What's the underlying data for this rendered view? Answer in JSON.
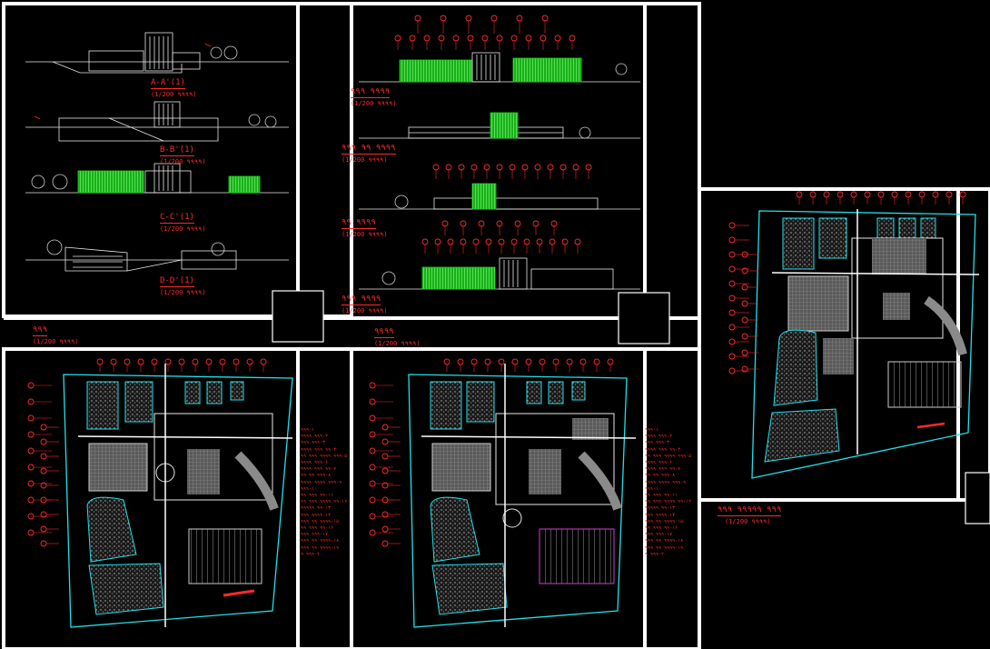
{
  "drawing": {
    "sections": [
      {
        "title": "A-A'(1)",
        "scale": "(1/200 ۹۹۹۹)"
      },
      {
        "title": "B-B'(1)",
        "scale": "(1/200 ۹۹۹۹)"
      },
      {
        "title": "C-C'(1)",
        "scale": "(1/200 ۹۹۹۹)"
      },
      {
        "title": "D-D'(1)",
        "scale": "(1/200 ۹۹۹۹)"
      }
    ],
    "sections_sheet": {
      "title": "۹۹۹",
      "scale": "(1/200 ۹۹۹۹)"
    },
    "elevations": [
      {
        "title": "۹۹۹ ۹۹۹۹",
        "scale": "(1/200 ۹۹۹۹)"
      },
      {
        "title": "۹۹۹ ۹۹ ۹۹۹۹",
        "scale": "(1/200 ۹۹۹۹)"
      },
      {
        "title": "۹۹ ۹۹۹۹",
        "scale": "(1/200 ۹۹۹۹)"
      },
      {
        "title": "۹۹۹ ۹۹۹۹",
        "scale": "(1/200 ۹۹۹۹)"
      }
    ],
    "elevations_sheet": {
      "title": "۹۹۹۹",
      "scale": "(1/200 ۹۹۹۹)"
    },
    "plans": [
      {
        "title": "",
        "scale": ""
      },
      {
        "title": "",
        "scale": ""
      },
      {
        "title": "۹۹۹ ۹۹۹۹۹ ۹۹۹",
        "scale": "(1/200 ۹۹۹۹)"
      }
    ],
    "legend_left": [
      "۹۹۹-۱",
      "۹۹۹۹ ۹۹۹-۲",
      "۹۹۹ ۹۹۹-۳",
      "۹۹۹۹ ۹۹۹ ۹۹-۴",
      "۹۹ ۹۹۹ ۹۹۹۹ ۹۹۹-۵",
      "۹۹۹۹ ۹۹۹-۶",
      "۹۹۹۹ ۹۹۹ ۹۹-۷",
      "۹۹ ۹۹ ۹۹۹-۸",
      "۹۹۹۹ ۹۹۹۹ ۹۹۹-۹",
      "۹۹۹-۱۰",
      "۹۹ ۹۹۹ ۹۹-۱۱",
      "۹۹ ۹۹۹ ۹۹۹۹ ۹۹-۱۲",
      "۹۹۹۹۹ ۹۹-۱۳",
      "۹۹۹ ۹۹۹۹-۱۴",
      "۹۹۹ ۹۹ ۹۹۹۹-۱۵",
      "۹۹ ۹۹۹ ۹۹-۱۶",
      "۹۹۹ ۹۹۹-۱۷",
      "۹۹۹ ۹۹ ۹۹۹۹-۱۸",
      "۹۹۹ ۹۹ ۹۹۹۹-۱۹",
      "۹ ۹۹۹-۲۰"
    ],
    "legend_middle": [
      "۹۹۹-۱",
      "۹۹۹۹ ۹۹۹-۲",
      "۹۹۹ ۹۹۹-۳",
      "۹۹۹۹ ۹۹۹ ۹۹-۴",
      "۹۹ ۹۹۹ ۹۹۹۹ ۹۹۹-۵",
      "۹۹۹۹ ۹۹۹-۶",
      "۹۹۹۹ ۹۹۹ ۹۹-۷",
      "۹۹ ۹۹ ۹۹۹-۸",
      "۹۹۹۹ ۹۹۹۹ ۹۹۹-۹",
      "۹۹۹-۱۰",
      "۹۹ ۹۹۹ ۹۹-۱۱",
      "۹۹ ۹۹۹ ۹۹۹۹ ۹۹-۱۲",
      "۹۹۹۹۹ ۹۹-۱۳",
      "۹۹۹ ۹۹۹۹-۱۴",
      "۹۹۹ ۹۹ ۹۹۹۹-۱۵",
      "۹۹ ۹۹۹ ۹۹-۱۶",
      "۹۹۹ ۹۹۹-۱۷",
      "۹۹۹ ۹۹ ۹۹۹۹-۱۸",
      "۹۹۹ ۹۹ ۹۹۹۹-۱۹",
      "۹ ۹۹۹-۲۰"
    ],
    "colors": {
      "background": "#000000",
      "frame": "#ffffff",
      "annotation": "#ff2a2a",
      "site": "#21e0e8",
      "green_facade": "#1fd01f",
      "linework": "#e8e8e8",
      "hatch": "#9a9a9a"
    }
  }
}
